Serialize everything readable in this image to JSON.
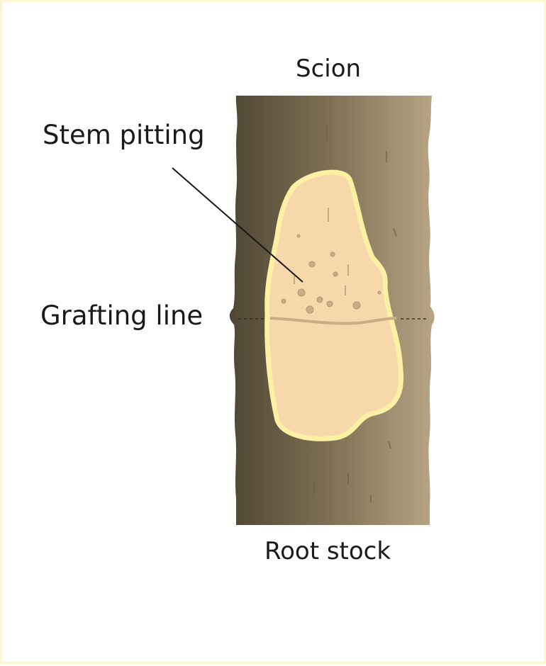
{
  "labels": {
    "scion": "Scion",
    "stem_pitting": "Stem pitting",
    "grafting_line": "Grafting line",
    "root_stock": "Root stock"
  },
  "colors": {
    "bark_dark": "#4f4735",
    "bark_light": "#b4a282",
    "wood": "#f6d8aa",
    "wood_outline": "#fbf0a4",
    "graft_line": "#c8ad87",
    "frame": "#fcf6d2"
  }
}
